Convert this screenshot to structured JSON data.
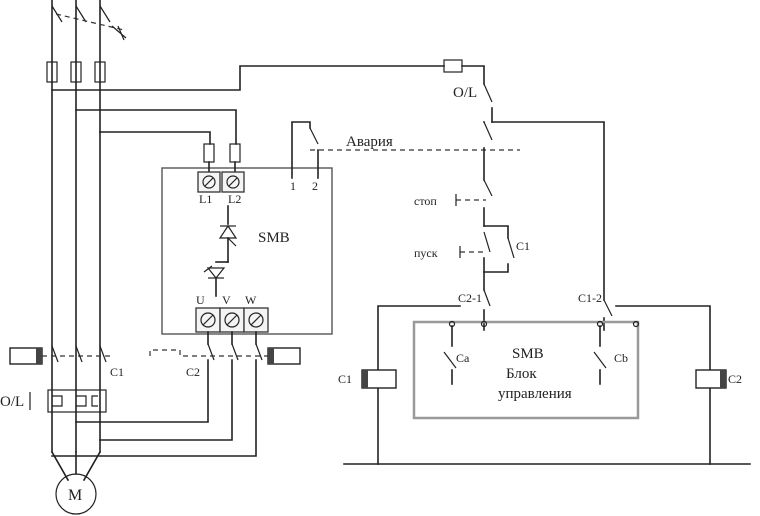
{
  "labels": {
    "overload": "O/L",
    "overload_left": "O/L",
    "emergency": "Авария",
    "stop": "стоп",
    "start": "пуск",
    "c1": "C1",
    "c2": "C2",
    "c1_aux": "C1",
    "c2_aux1": "C2-1",
    "c1_aux2": "C1-2",
    "c1_coil": "C1",
    "c2_coil": "C2",
    "smb_unit": "SMB",
    "smb_control_line1": "SMB",
    "smb_control_line2": "Блок",
    "smb_control_line3": "управления",
    "relay_ca": "Ca",
    "relay_cb": "Cb",
    "terminal_l1": "L1",
    "terminal_l2": "L2",
    "terminal_u": "U",
    "terminal_v": "V",
    "terminal_w": "W",
    "aux_1": "1",
    "aux_2": "2",
    "motor": "M"
  }
}
